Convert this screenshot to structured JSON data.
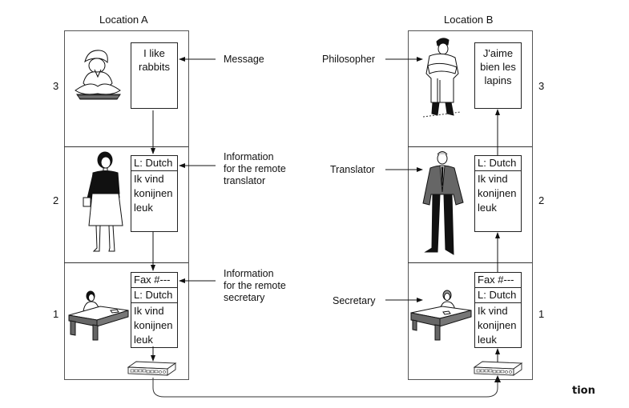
{
  "location_a": {
    "title": "Location A",
    "layers": [
      {
        "number": "3",
        "message_lines": [
          "I like",
          "rabbits"
        ],
        "figure": "philosopher-a"
      },
      {
        "number": "2",
        "header": "L: Dutch",
        "message_lines": [
          "Ik vind",
          "konijnen",
          "leuk"
        ],
        "figure": "translator-a"
      },
      {
        "number": "1",
        "headers": [
          "Fax #---",
          "L: Dutch"
        ],
        "message_lines": [
          "Ik vind",
          "konijnen",
          "leuk"
        ],
        "figure": "secretary-a"
      }
    ]
  },
  "location_b": {
    "title": "Location B",
    "layers": [
      {
        "number": "3",
        "message_lines": [
          "J'aime",
          "bien les",
          "lapins"
        ],
        "figure": "philosopher-b"
      },
      {
        "number": "2",
        "header": "L: Dutch",
        "message_lines": [
          "Ik vind",
          "konijnen",
          "leuk"
        ],
        "figure": "translator-b"
      },
      {
        "number": "1",
        "headers": [
          "Fax #---",
          "L: Dutch"
        ],
        "message_lines": [
          "Ik vind",
          "konijnen",
          "leuk"
        ],
        "figure": "secretary-b"
      }
    ]
  },
  "annotations_a": {
    "message": "Message",
    "info_translator": [
      "Information",
      "for the remote",
      "translator"
    ],
    "info_secretary": [
      "Information",
      "for the remote",
      "secretary"
    ]
  },
  "annotations_b": {
    "philosopher": "Philosopher",
    "translator": "Translator",
    "secretary": "Secretary"
  },
  "footer_fragment": "tion"
}
